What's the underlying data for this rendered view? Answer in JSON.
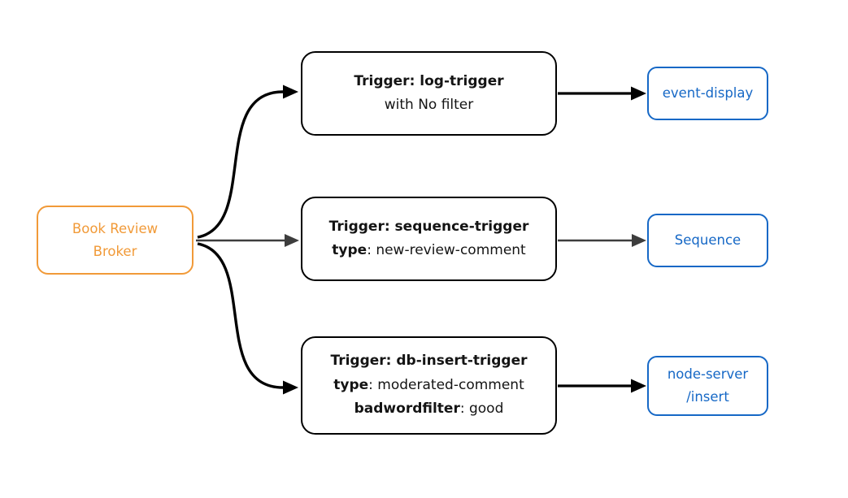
{
  "colors": {
    "broker_orange": "#F19A38",
    "sink_blue": "#1668C6",
    "trigger_border_black": "#000000",
    "arrow_black": "#000000",
    "arrow_gray": "#3D3D3D",
    "background": "#FFFFFF"
  },
  "broker": {
    "line1": "Book Review",
    "line2": "Broker"
  },
  "triggers": {
    "log": {
      "title": "Trigger: log-trigger",
      "subtitle": "with No filter"
    },
    "sequence": {
      "title": "Trigger: sequence-trigger",
      "key1": "type",
      "val1": ": new-review-comment"
    },
    "db_insert": {
      "title": "Trigger: db-insert-trigger",
      "key1": "type",
      "val1": ": moderated-comment",
      "key2": "badwordfilter",
      "val2": ": good"
    }
  },
  "sinks": {
    "event_display": {
      "label": "event-display"
    },
    "sequence": {
      "label": "Sequence"
    },
    "node_server": {
      "line1": "node-server",
      "line2": "/insert"
    }
  }
}
